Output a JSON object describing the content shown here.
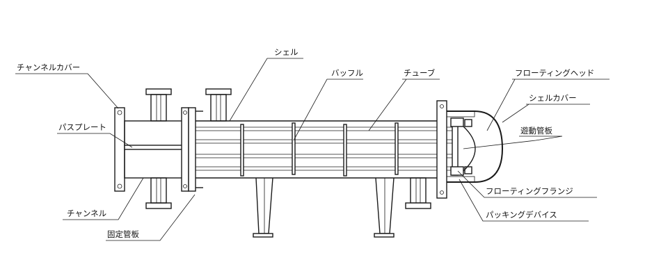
{
  "labels": {
    "channel_cover": "チャンネルカバー",
    "shell": "シェル",
    "baffle": "バッフル",
    "tube": "チューブ",
    "floating_head": "フローティングヘッド",
    "shell_cover": "シェルカバー",
    "pass_plate": "パスプレート",
    "floating_tubesheet": "遊動管板",
    "floating_flange": "フローティングフランジ",
    "packing_device": "パッキングデバイス",
    "channel": "チャンネル",
    "fixed_tubesheet": "固定管板"
  }
}
